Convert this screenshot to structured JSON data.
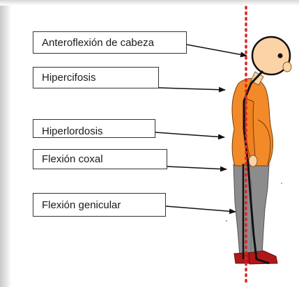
{
  "diagram": {
    "labels": [
      {
        "id": "head",
        "text": "Anteroflexión de cabeza"
      },
      {
        "id": "thoracic",
        "text": "Hipercifosis"
      },
      {
        "id": "lumbar",
        "text": "Hiperlordosis"
      },
      {
        "id": "hip",
        "text": "Flexión coxal"
      },
      {
        "id": "knee",
        "text": "Flexión genicular"
      }
    ],
    "colors": {
      "plumb_line": "#e02424",
      "shirt": "#f28a2a",
      "trousers": "#8c8c8c",
      "shoes": "#b01818",
      "skin": "#fbd3a6",
      "spine_line": "#111111"
    }
  }
}
